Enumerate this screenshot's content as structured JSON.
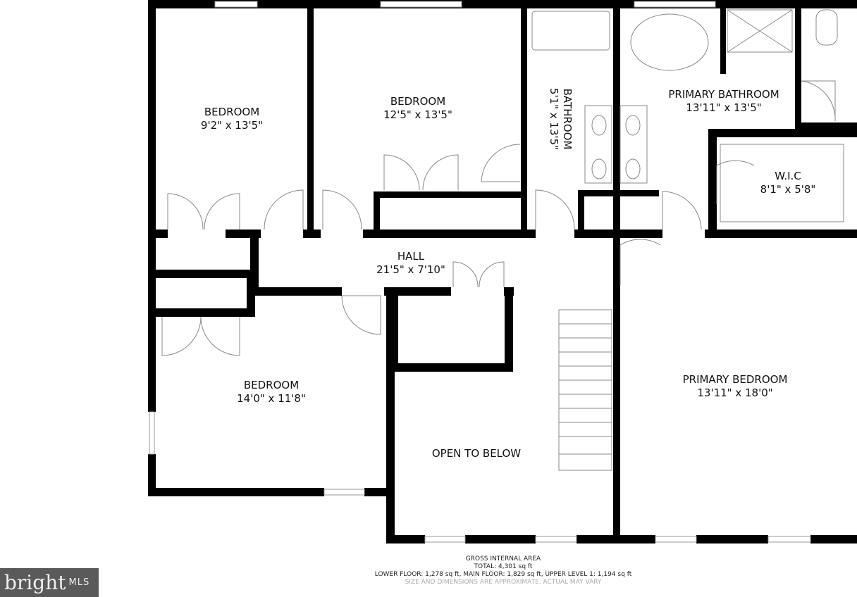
{
  "rooms": [
    {
      "name": "BEDROOM",
      "dims": "9'2\" x 13'5\""
    },
    {
      "name": "BEDROOM",
      "dims": "12'5\" x 13'5\""
    },
    {
      "name": "BATHROOM",
      "dims": "5'1\" x 13'5\""
    },
    {
      "name": "PRIMARY BATHROOM",
      "dims": "13'11\" x 13'5\""
    },
    {
      "name": "W.I.C",
      "dims": "8'1\" x 5'8\""
    },
    {
      "name": "HALL",
      "dims": "21'5\" x 7'10\""
    },
    {
      "name": "BEDROOM",
      "dims": "14'0\" x 11'8\""
    },
    {
      "name": "PRIMARY BEDROOM",
      "dims": "13'11\" x 18'0\""
    },
    {
      "name": "OPEN TO BELOW",
      "dims": ""
    }
  ],
  "footer": {
    "title": "GROSS INTERNAL AREA",
    "total": "TOTAL: 4,301 sq ft",
    "breakdown": "LOWER FLOOR: 1,278 sq ft, MAIN FLOOR: 1,829 sq ft, UPPER LEVEL 1: 1,194 sq ft",
    "disclaimer": "SIZE AND DIMENSIONS ARE APPROXIMATE, ACTUAL MAY VARY"
  },
  "logo": {
    "brand": "bright",
    "suffix": "MLS"
  },
  "colors": {
    "wall": "#000000",
    "logo_bg": "#5a5a5a",
    "fixture": "#888888"
  }
}
